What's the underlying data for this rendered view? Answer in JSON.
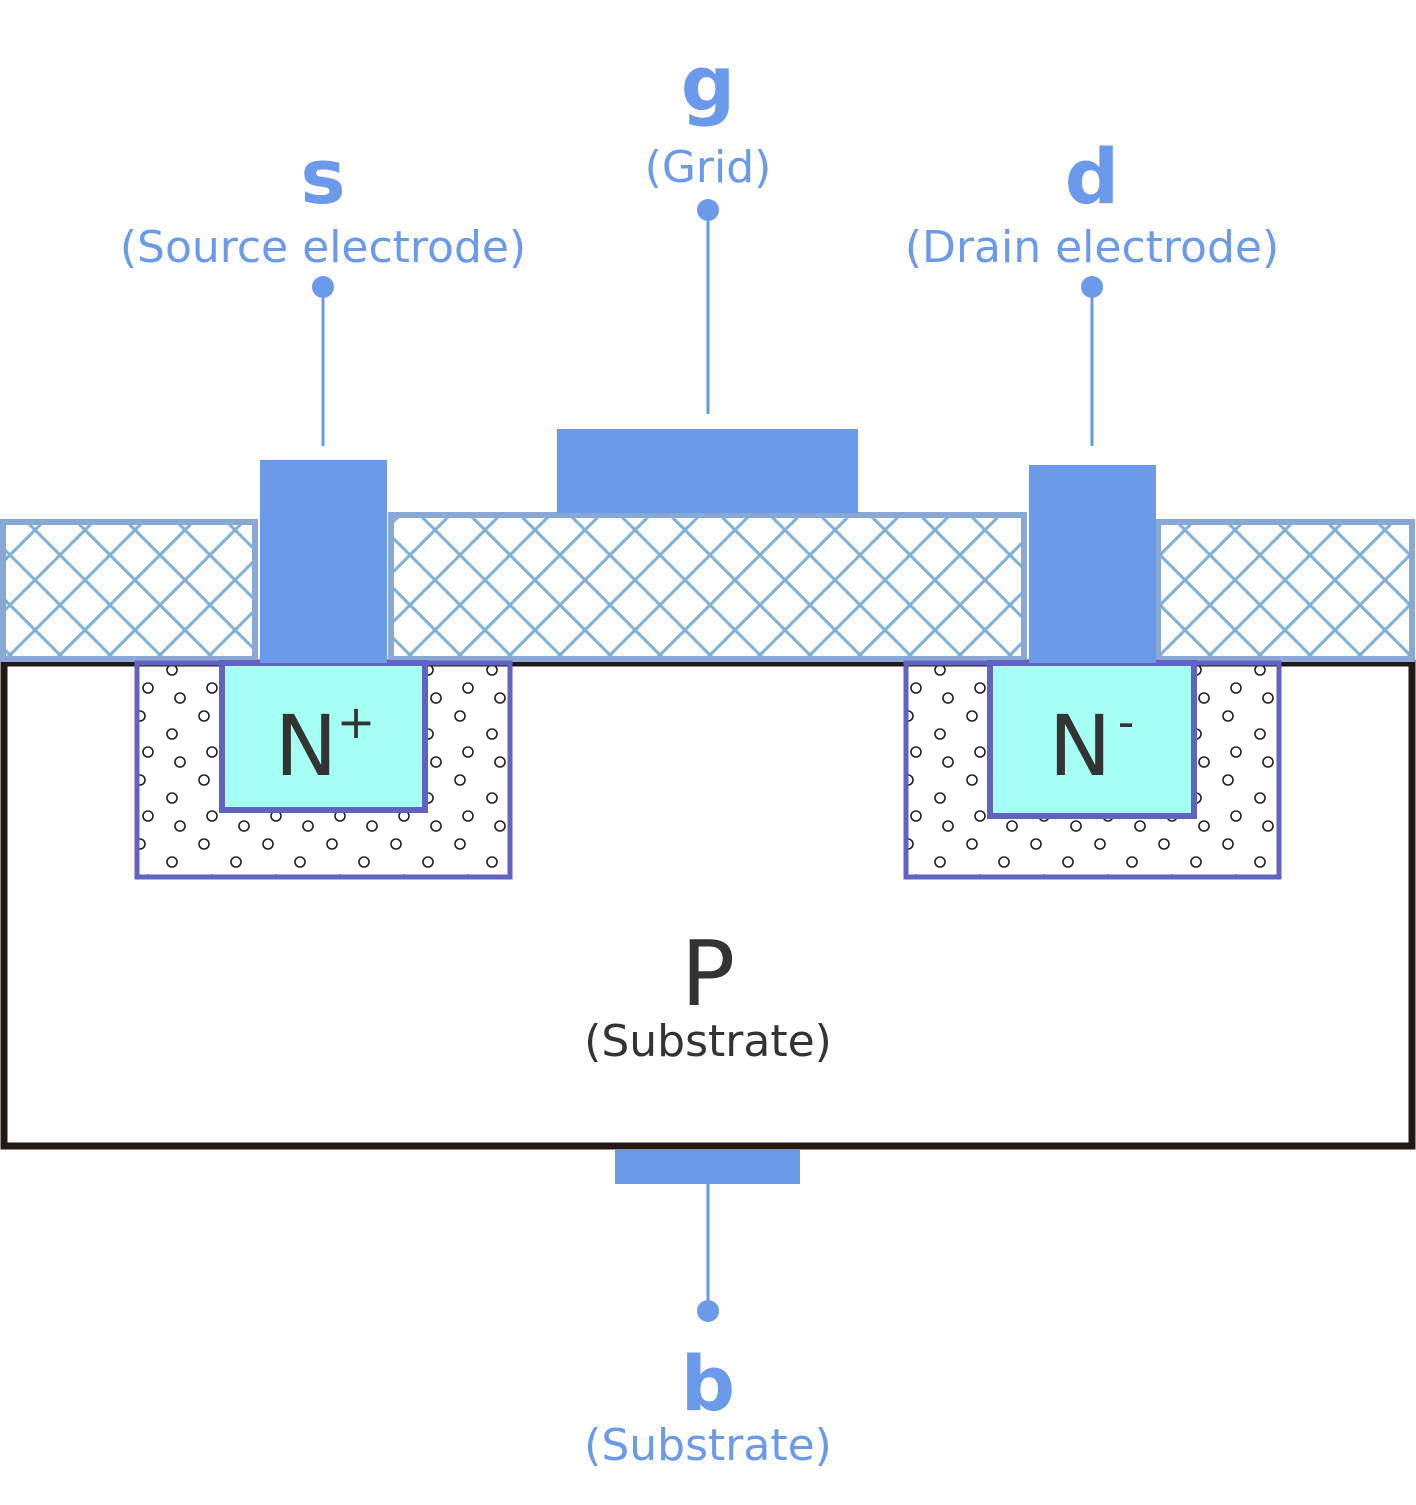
{
  "colors": {
    "electrode": "#6b9aea",
    "label": "#6b9aea",
    "oxide_hatch": "#7fb1d8",
    "oxide_border": "#8aa8d6",
    "well_border": "#6262c0",
    "n_region_fill": "#a6fff3",
    "substrate_border": "#231815",
    "dark_text": "#333333"
  },
  "terminals": {
    "source": {
      "letter": "s",
      "caption": "(Source electrode)"
    },
    "gate": {
      "letter": "g",
      "caption": "(Grid)"
    },
    "drain": {
      "letter": "d",
      "caption": "(Drain electrode)"
    },
    "body": {
      "letter": "b",
      "caption": "(Substrate)"
    }
  },
  "regions": {
    "source_region": {
      "letter": "N",
      "superscript": "+"
    },
    "drain_region": {
      "letter": "N",
      "superscript": "-"
    },
    "substrate": {
      "letter": "P",
      "caption": "(Substrate)"
    }
  }
}
